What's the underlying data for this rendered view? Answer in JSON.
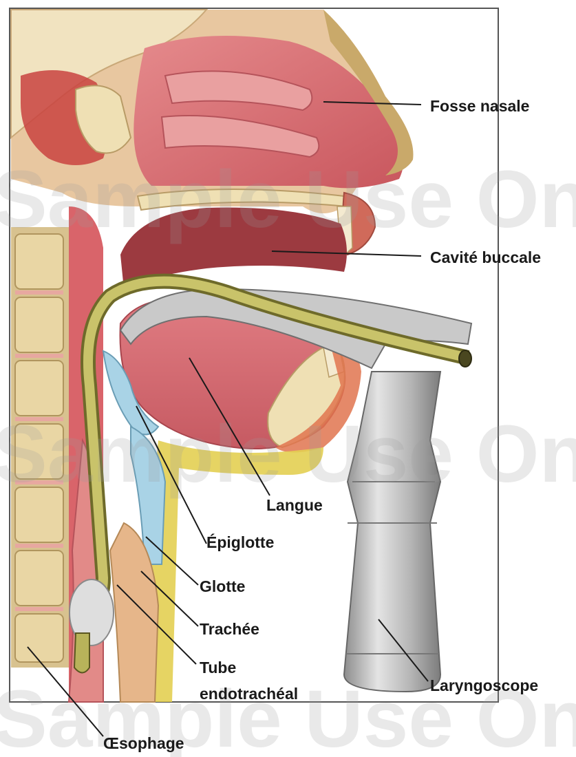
{
  "labels": {
    "nasal_cavity": "Fosse nasale",
    "oral_cavity": "Cavité buccale",
    "tongue": "Langue",
    "epiglottis": "Épiglotte",
    "glottis": "Glotte",
    "trachea": "Trachée",
    "tube_line1": "Tube",
    "tube_line2": "endotrachéal",
    "laryngoscope": "Laryngoscope",
    "esophagus": "Œsophage"
  },
  "watermark": {
    "line1": "Sample Use Only",
    "line2": "Sample Use Only",
    "line3": "Sample Use Only"
  },
  "colors": {
    "soft_tissue": "#d9646a",
    "cavity_dark": "#9c3a40",
    "bone": "#efe0b4",
    "tube": "#b8b35a",
    "cartilage": "#a9d3e6",
    "metal": "#b9b9b9",
    "fat": "#e3cf52"
  }
}
